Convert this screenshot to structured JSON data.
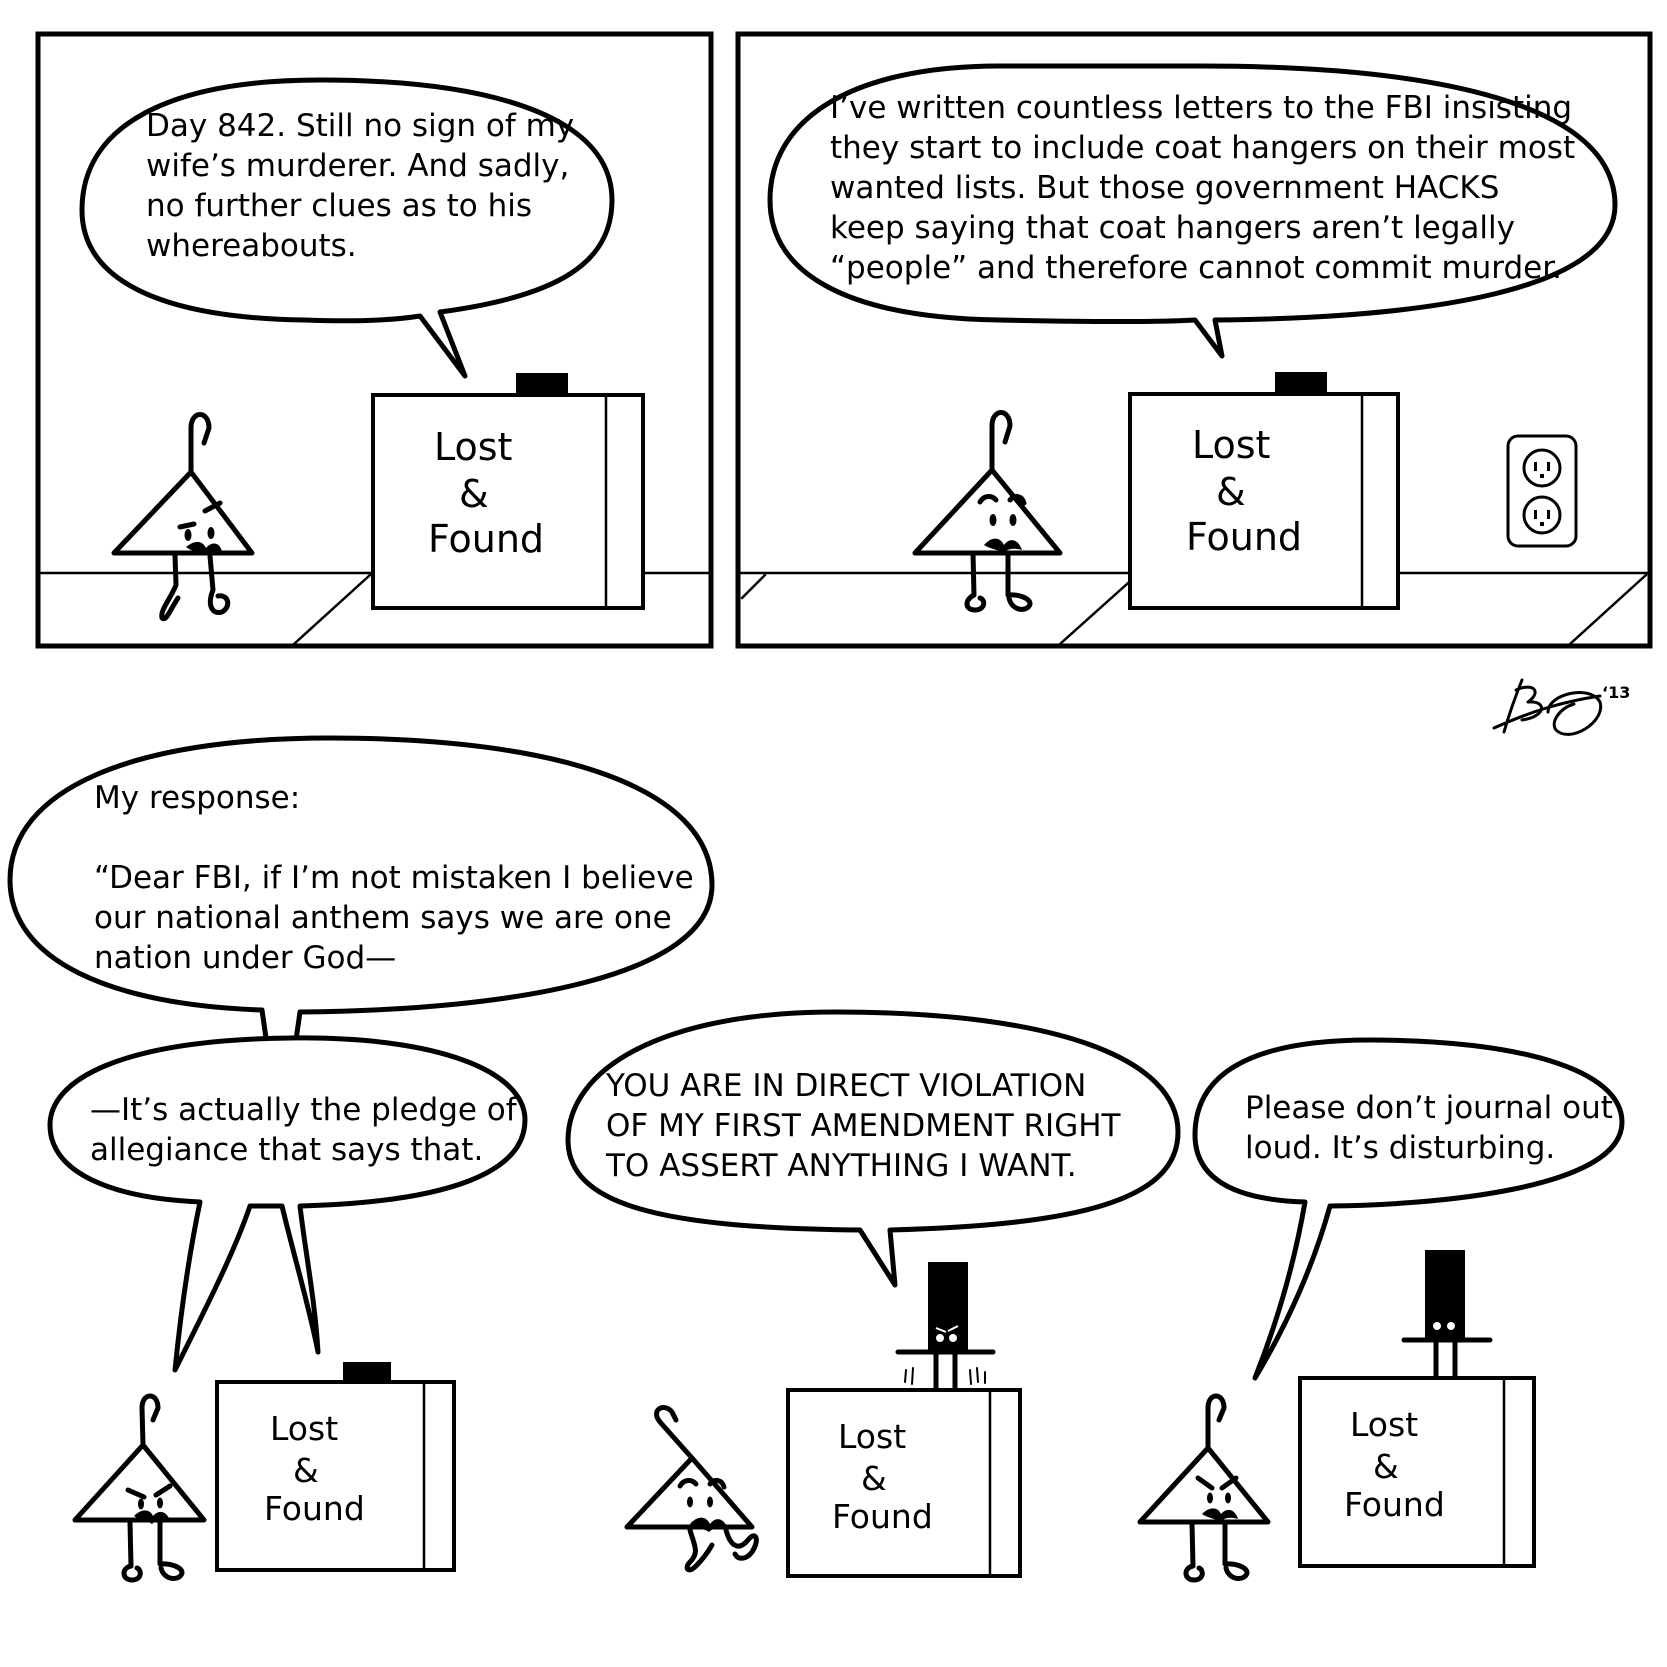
{
  "panels": [
    {
      "id": 1,
      "speech": [
        "Day 842. Still no sign of my",
        "wife’s murderer. And sadly,",
        "no further clues as to his",
        "whereabouts."
      ],
      "box_label": [
        "Lost",
        "&",
        "Found"
      ]
    },
    {
      "id": 2,
      "speech": [
        "I’ve written countless letters to the FBI insisting",
        "they start to include coat hangers on their most",
        "wanted lists. But those government HACKS",
        "keep saying that coat hangers aren’t legally",
        "“people” and therefore cannot commit murder."
      ],
      "box_label": [
        "Lost",
        "&",
        "Found"
      ]
    },
    {
      "id": 3,
      "speech_top": [
        "My response:",
        "",
        "“Dear FBI, if I’m not mistaken I believe",
        "our national anthem says we are one",
        "nation under God—"
      ],
      "speech_interrupt": [
        "—It’s actually the pledge of",
        "allegiance that says that."
      ],
      "box_label": [
        "Lost",
        "&",
        "Found"
      ]
    },
    {
      "id": 4,
      "speech": [
        "YOU ARE IN DIRECT VIOLATION",
        "OF MY FIRST AMENDMENT RIGHT",
        "TO ASSERT ANYTHING I WANT."
      ],
      "box_label": [
        "Lost",
        "&",
        "Found"
      ]
    },
    {
      "id": 5,
      "speech": [
        "Please don’t journal out",
        "loud. It’s disturbing."
      ],
      "box_label": [
        "Lost",
        "&",
        "Found"
      ]
    }
  ],
  "signature": {
    "year": "‘13"
  }
}
